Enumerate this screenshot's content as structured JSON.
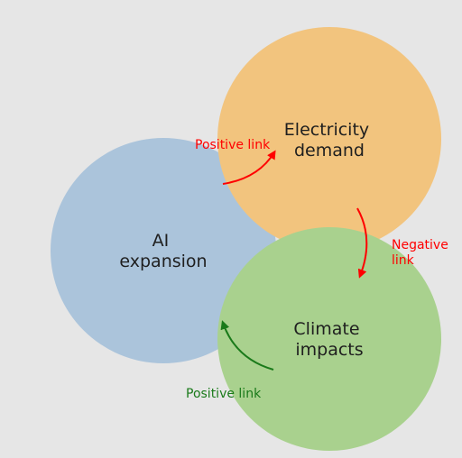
{
  "nodes": {
    "ai": {
      "lines": [
        "AI",
        "expansion"
      ],
      "color": "#abc4db"
    },
    "electricity": {
      "lines": [
        "Electricity",
        "demand"
      ],
      "color": "#f2c47e"
    },
    "climate": {
      "lines": [
        "Climate",
        "impacts"
      ],
      "color": "#a9d18e"
    }
  },
  "links": {
    "ai_to_electricity": {
      "label": "Positive link",
      "color": "#ff0000"
    },
    "electricity_to_climate": {
      "lines": [
        "Negative",
        "link"
      ],
      "color": "#ff0000"
    },
    "climate_to_ai": {
      "label": "Positive link",
      "color": "#1a7a1a"
    }
  }
}
